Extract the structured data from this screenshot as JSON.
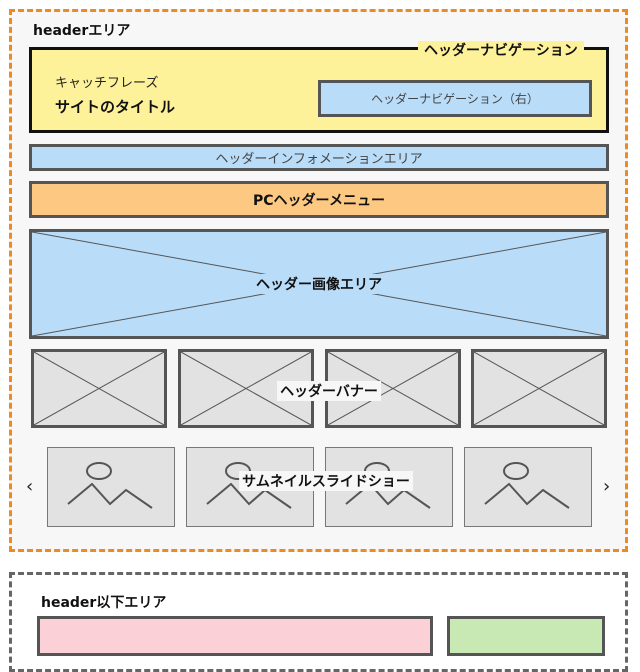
{
  "header_area": {
    "title": "headerエリア",
    "catchphrase": "キャッチフレーズ",
    "site_title": "サイトのタイトル",
    "nav_tag": "ヘッダーナビゲーション",
    "nav_right": "ヘッダーナビゲーション（右）",
    "info_area": "ヘッダーインフォメーションエリア",
    "pc_menu": "PCヘッダーメニュー",
    "header_image": "ヘッダー画像エリア",
    "header_banner": "ヘッダーバナー",
    "thumbnail_slideshow": "サムネイルスライドショー",
    "prev_arrow": "‹",
    "next_arrow": "›"
  },
  "below_area": {
    "title": "header以下エリア"
  },
  "colors": {
    "header_dash": "#ee8a22",
    "yellow": "#fdf29a",
    "blue": "#b9dcf8",
    "orange": "#fdc882",
    "gray": "#e2e2e2",
    "pink": "#fbd0d6",
    "green": "#c9e9b4"
  }
}
